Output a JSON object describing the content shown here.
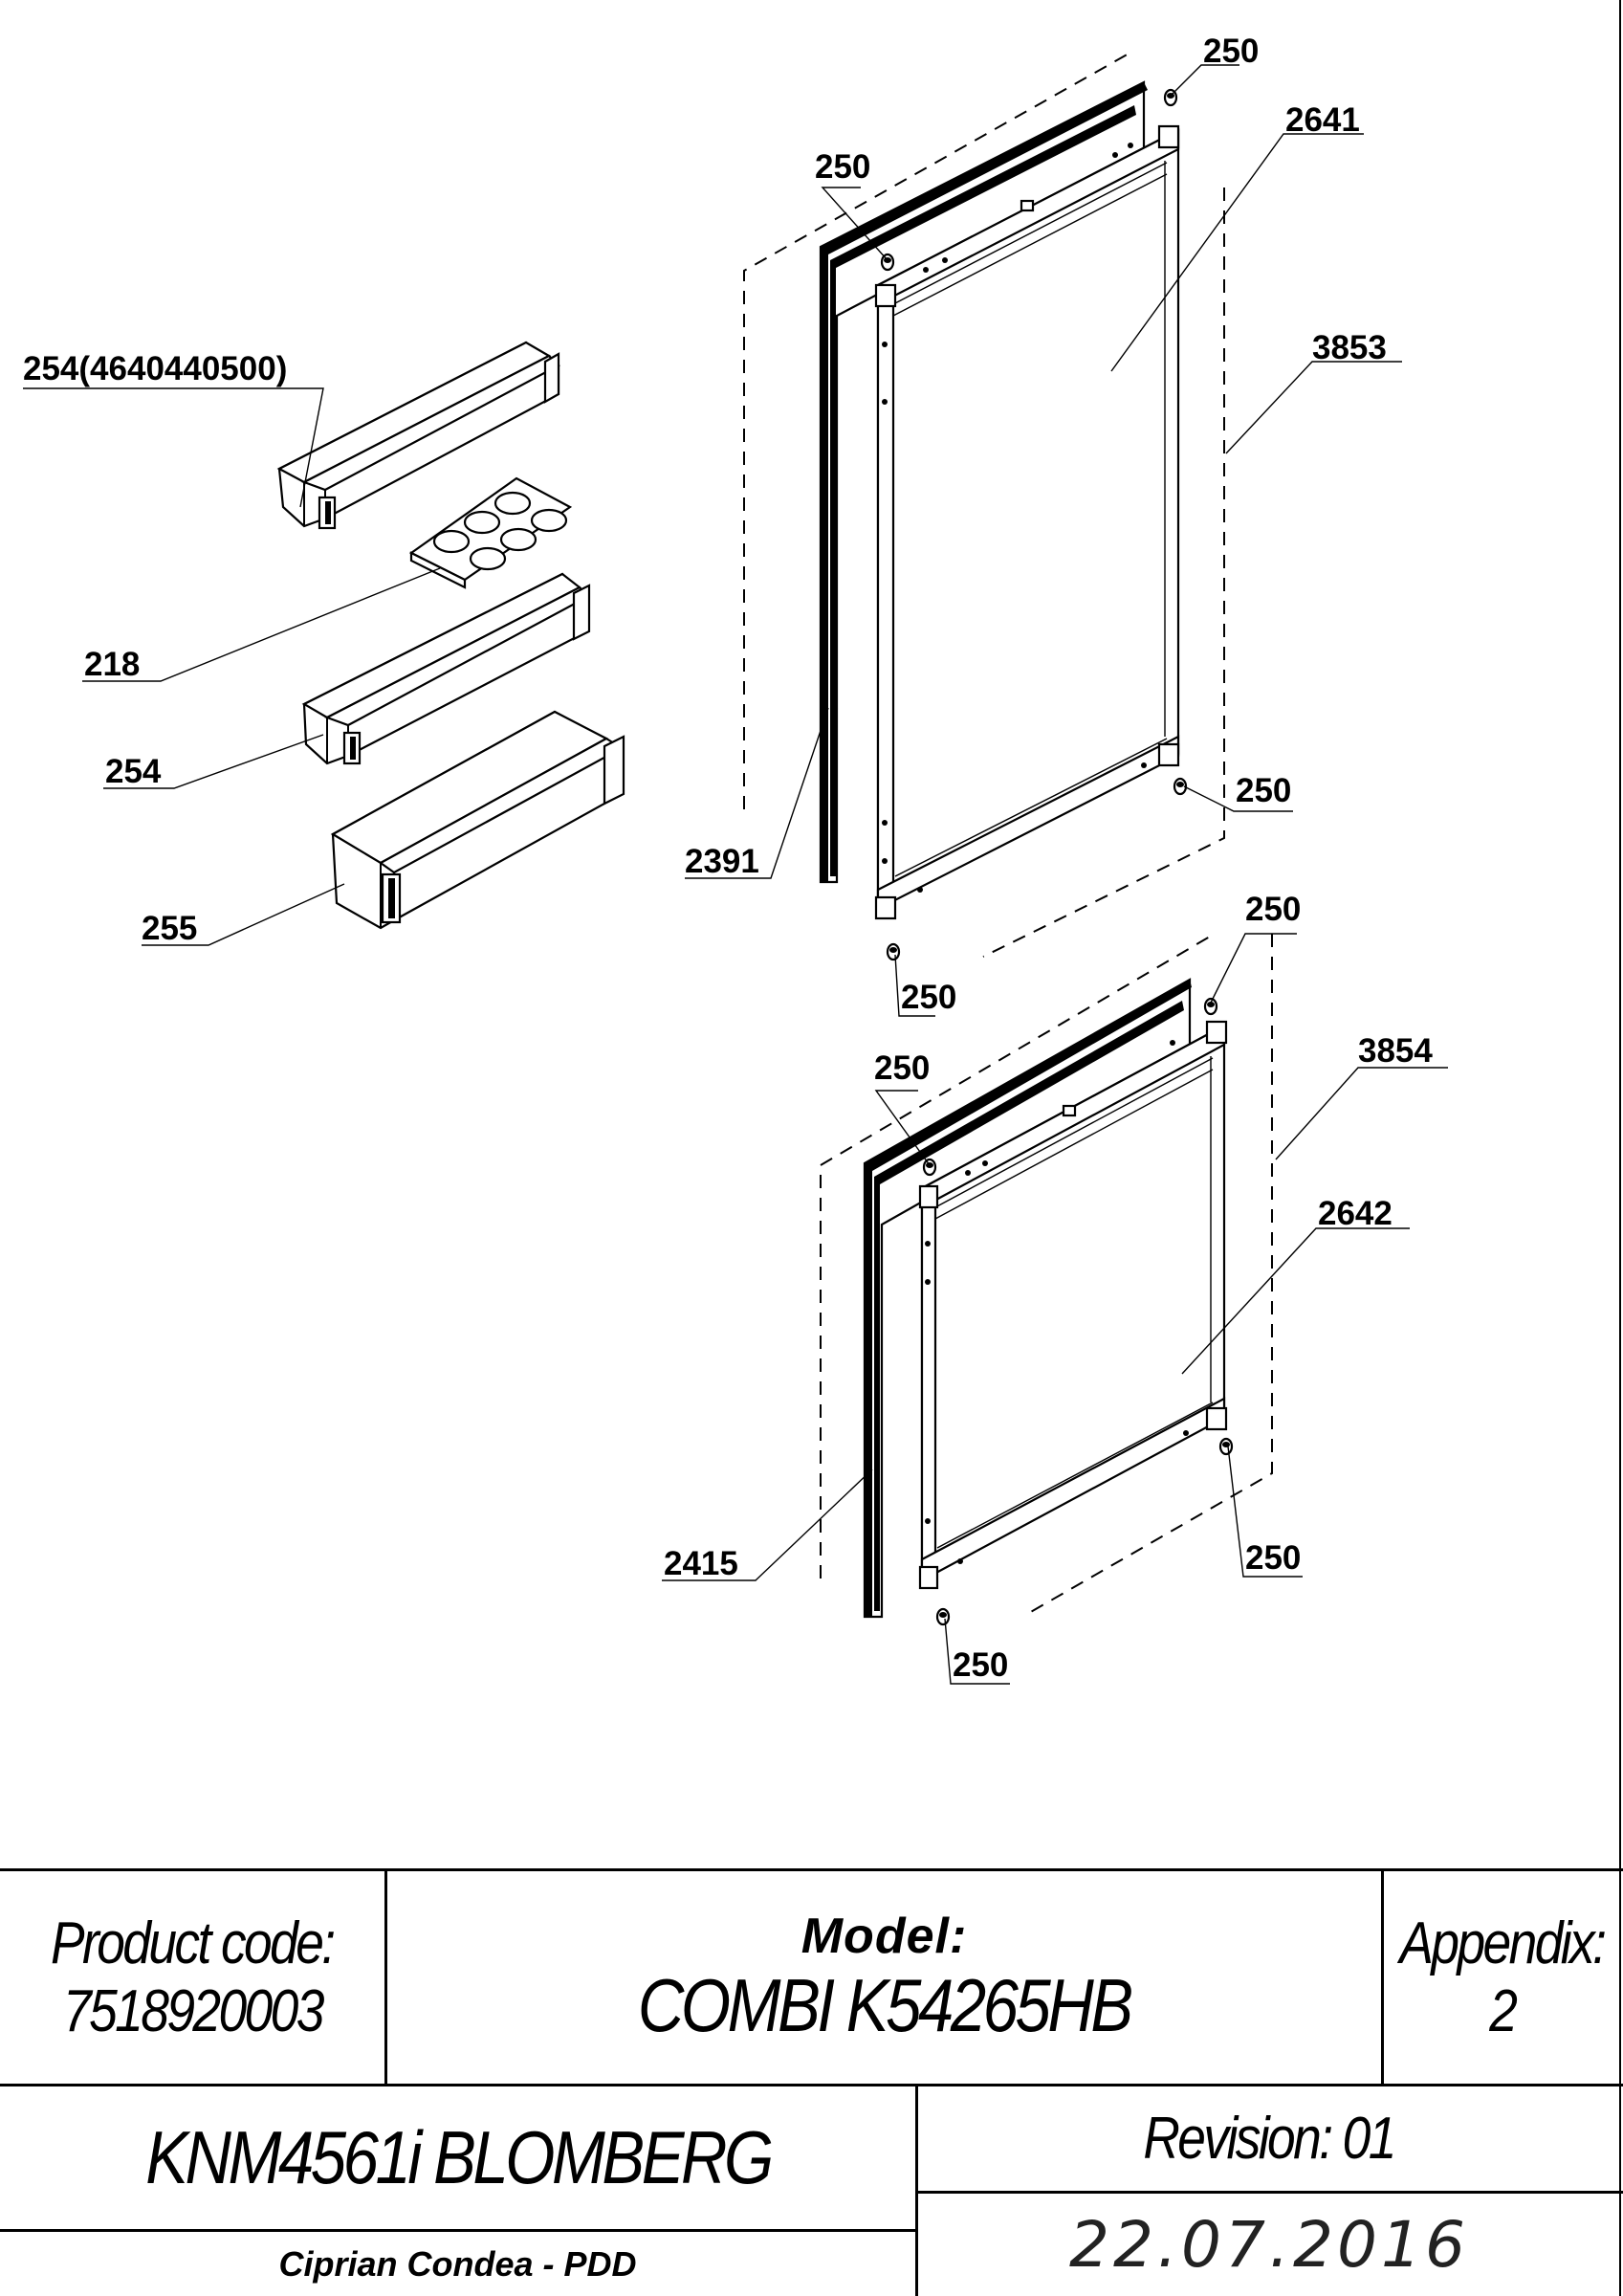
{
  "diagram": {
    "labels": {
      "l250_top": "250",
      "l2641": "2641",
      "l250_a": "250",
      "l3853": "3853",
      "l254_code": "254(4640440500)",
      "l218": "218",
      "l254": "254",
      "l2391": "2391",
      "l255": "255",
      "l250_b": "250",
      "l250_c": "250",
      "l250_d": "250",
      "l250_e": "250",
      "l3854": "3854",
      "l2642": "2642",
      "l2415": "2415",
      "l250_f": "250",
      "l250_g": "250"
    }
  },
  "title_block": {
    "product_code_label": "Product code:",
    "product_code": "7518920003",
    "model_label": "Model:",
    "model": "COMBI K54265HB",
    "appendix_label": "Appendix:",
    "appendix": "2",
    "product_name": "KNM4561i BLOMBERG",
    "revision": "Revision: 01",
    "author": "Ciprian Condea - PDD",
    "date": "22.07.2016"
  }
}
